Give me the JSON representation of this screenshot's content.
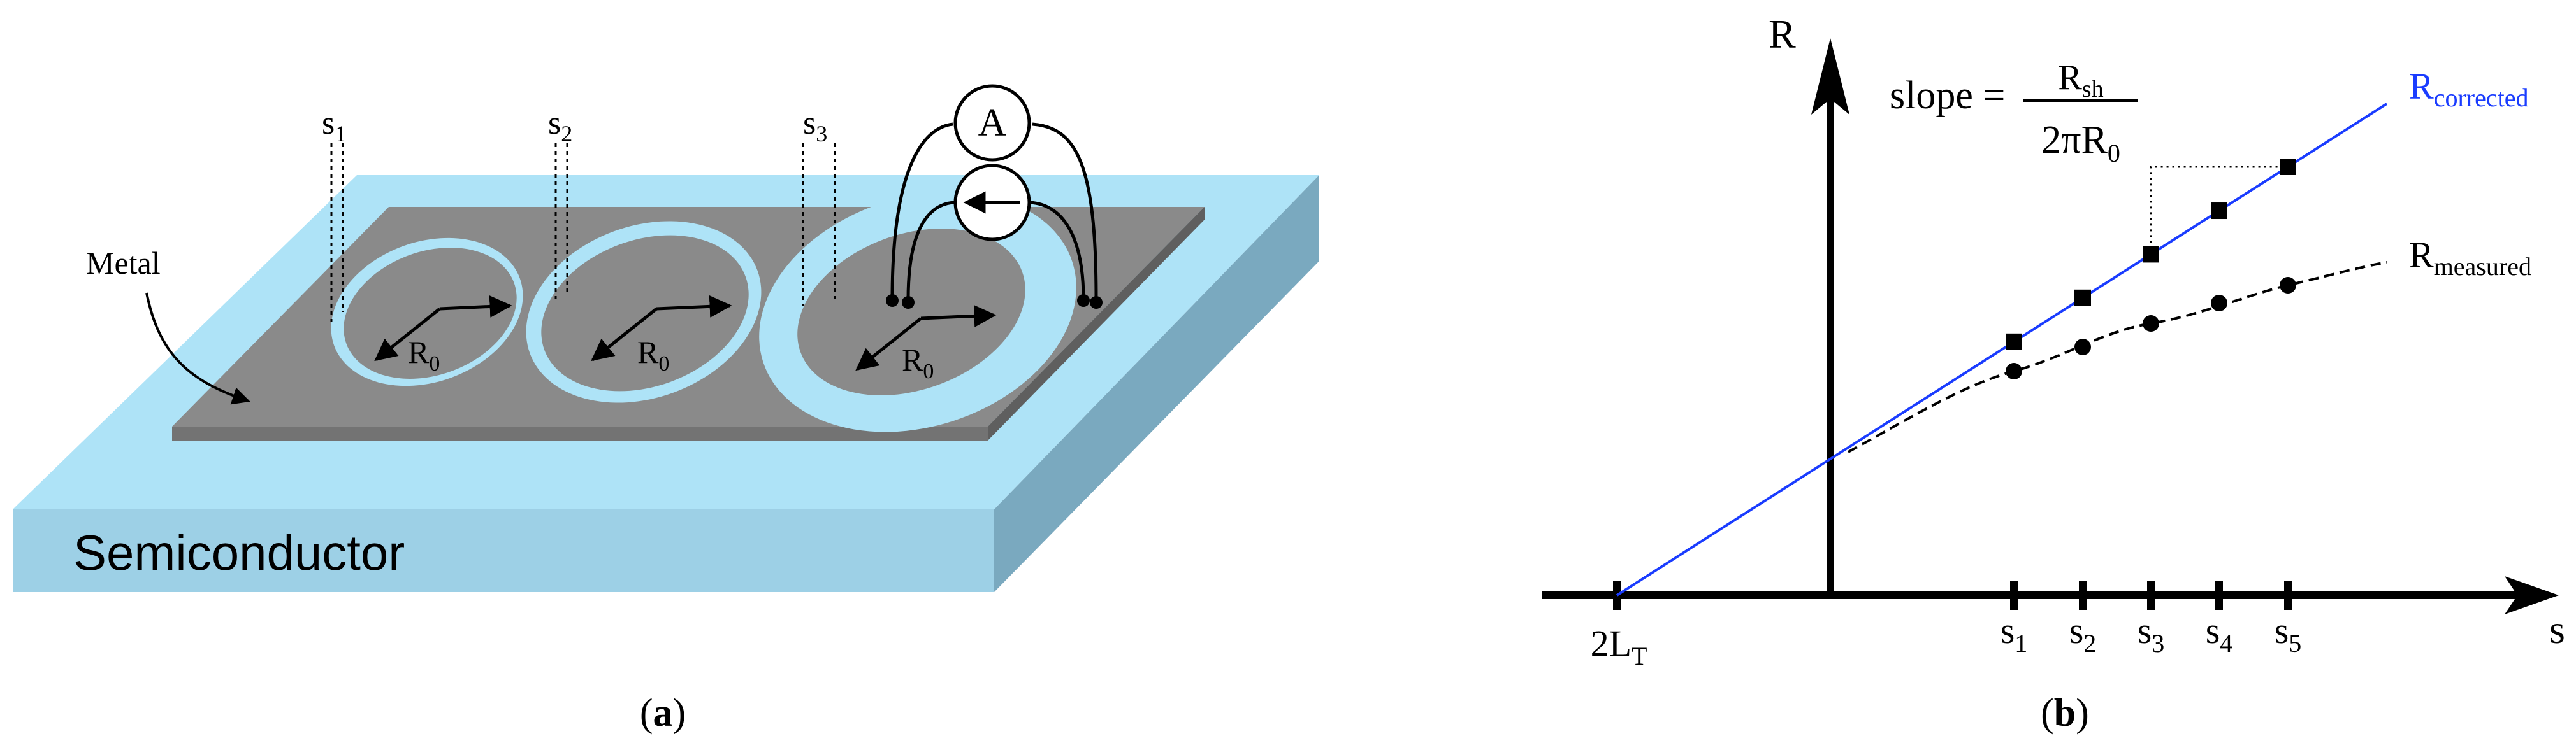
{
  "panel_a": {
    "caption": "(a)",
    "caption_open": "(",
    "caption_letter": "a",
    "caption_close": ")",
    "substrate_label": "Semiconductor",
    "metal_label": "Metal",
    "spacings": [
      {
        "base": "s",
        "sub": "1"
      },
      {
        "base": "s",
        "sub": "2"
      },
      {
        "base": "s",
        "sub": "3"
      }
    ],
    "radius_labels": [
      {
        "base": "R",
        "sub": "0"
      },
      {
        "base": "R",
        "sub": "0"
      },
      {
        "base": "R",
        "sub": "0"
      }
    ],
    "ammeter_label": "A",
    "colors": {
      "semiconductor_top": "#aee3f7",
      "semiconductor_front": "#9dd0e6",
      "semiconductor_side": "#7aa9bf",
      "metal": "#8a8a8a",
      "metal_edge": "#6f6f6f",
      "gap": "#aee3f7"
    }
  },
  "panel_b": {
    "caption": "(b)",
    "caption_open": "(",
    "caption_letter": "b",
    "caption_close": ")",
    "y_axis_label": "R",
    "x_axis_label": "s",
    "intercept_label": {
      "base": "2L",
      "sub": "T"
    },
    "slope_prefix": "slope =",
    "slope_numerator": {
      "base": "R",
      "sub": "sh"
    },
    "slope_denominator": {
      "base": "2πR",
      "sub": "0"
    },
    "x_ticks": [
      {
        "base": "s",
        "sub": "1"
      },
      {
        "base": "s",
        "sub": "2"
      },
      {
        "base": "s",
        "sub": "3"
      },
      {
        "base": "s",
        "sub": "4"
      },
      {
        "base": "s",
        "sub": "5"
      }
    ],
    "series": [
      {
        "name_base": "R",
        "name_sub": "corrected",
        "color": "#1a3cff"
      },
      {
        "name_base": "R",
        "name_sub": "measured",
        "color": "#000000"
      }
    ]
  }
}
